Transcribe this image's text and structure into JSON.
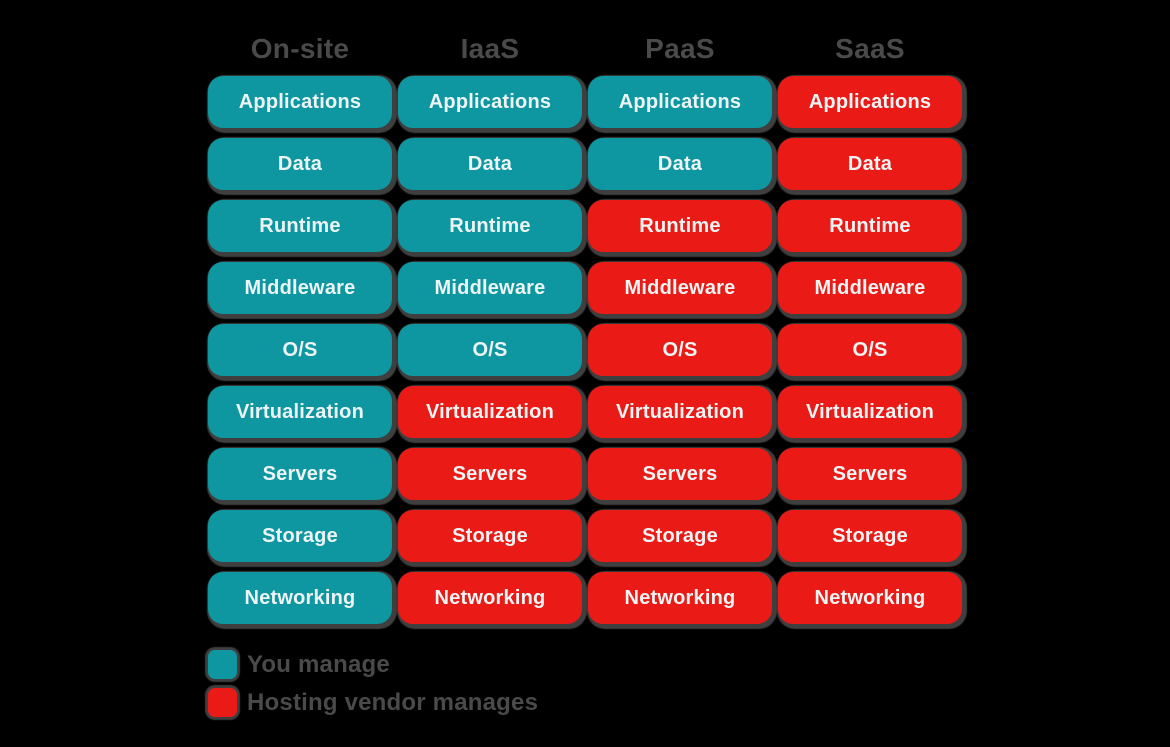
{
  "colors": {
    "you_manage": "#0e96a1",
    "vendor_manages": "#ea1b16",
    "heading_text": "#4a4a4a",
    "pill_text": "#edf4f4"
  },
  "columns": [
    {
      "label": "On-site",
      "cells": [
        {
          "label": "Applications",
          "owner": "you"
        },
        {
          "label": "Data",
          "owner": "you"
        },
        {
          "label": "Runtime",
          "owner": "you"
        },
        {
          "label": "Middleware",
          "owner": "you"
        },
        {
          "label": "O/S",
          "owner": "you"
        },
        {
          "label": "Virtualization",
          "owner": "you"
        },
        {
          "label": "Servers",
          "owner": "you"
        },
        {
          "label": "Storage",
          "owner": "you"
        },
        {
          "label": "Networking",
          "owner": "you"
        }
      ]
    },
    {
      "label": "IaaS",
      "cells": [
        {
          "label": "Applications",
          "owner": "you"
        },
        {
          "label": "Data",
          "owner": "you"
        },
        {
          "label": "Runtime",
          "owner": "you"
        },
        {
          "label": "Middleware",
          "owner": "you"
        },
        {
          "label": "O/S",
          "owner": "you"
        },
        {
          "label": "Virtualization",
          "owner": "vendor"
        },
        {
          "label": "Servers",
          "owner": "vendor"
        },
        {
          "label": "Storage",
          "owner": "vendor"
        },
        {
          "label": "Networking",
          "owner": "vendor"
        }
      ]
    },
    {
      "label": "PaaS",
      "cells": [
        {
          "label": "Applications",
          "owner": "you"
        },
        {
          "label": "Data",
          "owner": "you"
        },
        {
          "label": "Runtime",
          "owner": "vendor"
        },
        {
          "label": "Middleware",
          "owner": "vendor"
        },
        {
          "label": "O/S",
          "owner": "vendor"
        },
        {
          "label": "Virtualization",
          "owner": "vendor"
        },
        {
          "label": "Servers",
          "owner": "vendor"
        },
        {
          "label": "Storage",
          "owner": "vendor"
        },
        {
          "label": "Networking",
          "owner": "vendor"
        }
      ]
    },
    {
      "label": "SaaS",
      "cells": [
        {
          "label": "Applications",
          "owner": "vendor"
        },
        {
          "label": "Data",
          "owner": "vendor"
        },
        {
          "label": "Runtime",
          "owner": "vendor"
        },
        {
          "label": "Middleware",
          "owner": "vendor"
        },
        {
          "label": "O/S",
          "owner": "vendor"
        },
        {
          "label": "Virtualization",
          "owner": "vendor"
        },
        {
          "label": "Servers",
          "owner": "vendor"
        },
        {
          "label": "Storage",
          "owner": "vendor"
        },
        {
          "label": "Networking",
          "owner": "vendor"
        }
      ]
    }
  ],
  "legend": [
    {
      "label": "You manage",
      "owner": "you"
    },
    {
      "label": "Hosting vendor manages",
      "owner": "vendor"
    }
  ]
}
